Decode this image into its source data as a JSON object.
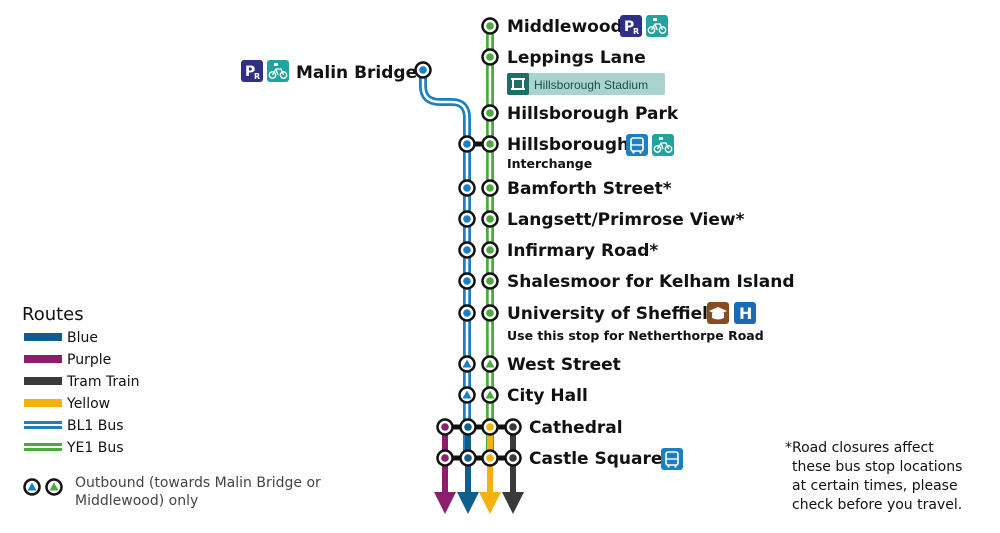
{
  "colors": {
    "blue": "#0f5e8c",
    "bus_blue": "#1b7fc1",
    "purple": "#8b1e6d",
    "tram_train": "#3a3a3a",
    "yellow": "#f5b10f",
    "green": "#4aab3c",
    "park_ride": "#2f2f84",
    "bike": "#23a3a0",
    "stadium": "#1f6f67",
    "stadium_bg": "#a9d3cf",
    "university": "#8a4a22",
    "hospital": "#1a6bb3"
  },
  "stops": {
    "middlewood": {
      "name": "Middlewood",
      "icons": [
        "park-and-ride-icon",
        "bike-parking-icon"
      ]
    },
    "leppings_lane": {
      "name": "Leppings Lane",
      "badge": "Hillsborough Stadium"
    },
    "malin_bridge": {
      "name": "Malin Bridge",
      "icons": [
        "park-and-ride-icon",
        "bike-parking-icon"
      ]
    },
    "hillsborough_park": {
      "name": "Hillsborough Park"
    },
    "hillsborough": {
      "name": "Hillsborough",
      "sub": "Interchange",
      "icons": [
        "bus-icon",
        "bike-parking-icon"
      ]
    },
    "bamforth_street": {
      "name": "Bamforth Street*"
    },
    "langsett": {
      "name": "Langsett/Primrose View*"
    },
    "infirmary_road": {
      "name": "Infirmary Road*"
    },
    "shalesmoor": {
      "name": "Shalesmoor for Kelham Island"
    },
    "university": {
      "name": "University of Sheffield",
      "sub": "Use this stop for Netherthorpe Road",
      "icons": [
        "university-icon",
        "hospital-icon"
      ]
    },
    "west_street": {
      "name": "West Street"
    },
    "city_hall": {
      "name": "City Hall"
    },
    "cathedral": {
      "name": "Cathedral"
    },
    "castle_square": {
      "name": "Castle Square",
      "icons": [
        "bus-icon"
      ]
    }
  },
  "icon_glyphs": {
    "park_ride": "P",
    "park_ride_small": "R",
    "hospital": "H"
  },
  "legend": {
    "title": "Routes",
    "items": [
      {
        "label": "Blue",
        "style": "solid",
        "color": "#0f5e8c"
      },
      {
        "label": "Purple",
        "style": "solid",
        "color": "#8b1e6d"
      },
      {
        "label": "Tram Train",
        "style": "solid",
        "color": "#3a3a3a"
      },
      {
        "label": "Yellow",
        "style": "solid",
        "color": "#f5b10f"
      },
      {
        "label": "BL1 Bus",
        "style": "double",
        "color": "#1b7fc1"
      },
      {
        "label": "YE1 Bus",
        "style": "double",
        "color": "#4aab3c"
      }
    ],
    "outbound_note": [
      "Outbound (towards Malin Bridge or",
      "Middlewood) only"
    ]
  },
  "footnote": [
    "*Road closures affect",
    "these bus stop locations",
    "at certain times, please",
    "check before you travel."
  ]
}
